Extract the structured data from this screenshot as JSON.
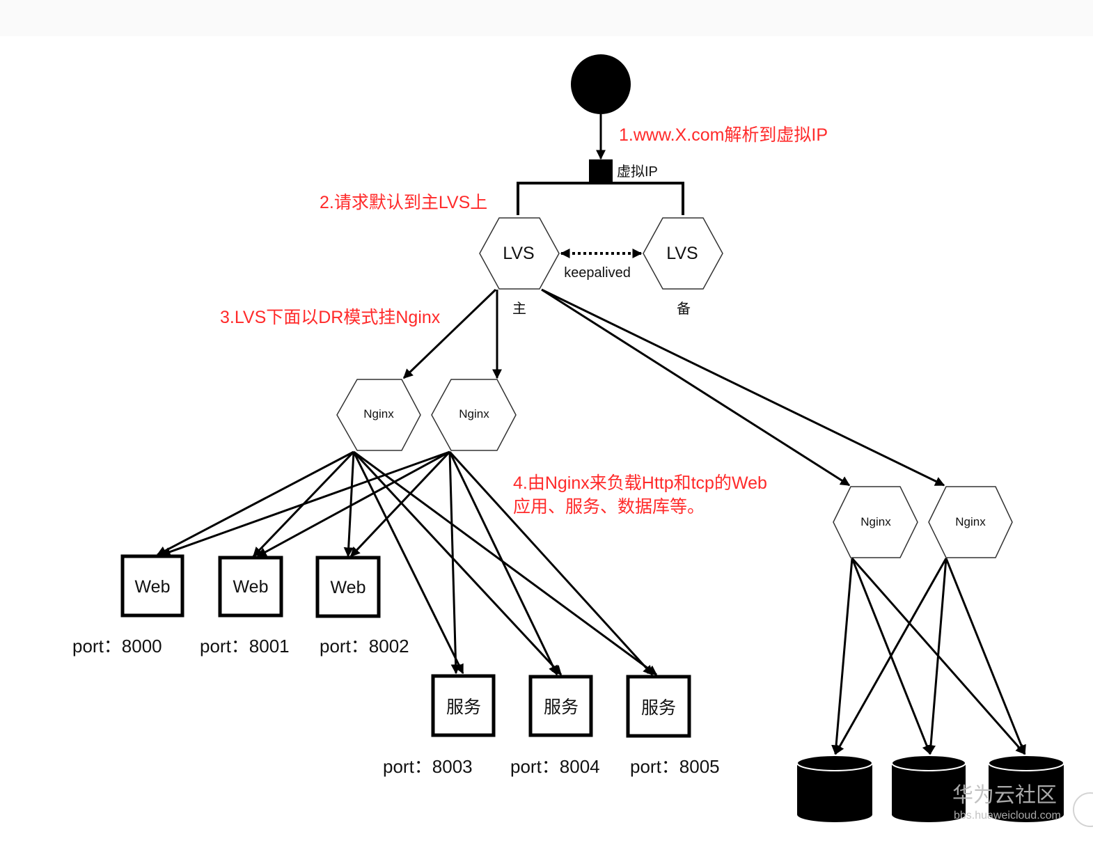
{
  "steps": {
    "step1": "1.www.X.com解析到虚拟IP",
    "step2": "2.请求默认到主LVS上",
    "step3": "3.LVS下面以DR模式挂Nginx",
    "step4_line1": "4.由Nginx来负载Http和tcp的Web",
    "step4_line2": "应用、服务、数据库等。"
  },
  "vip": {
    "label": "虚拟IP"
  },
  "lvs": {
    "primary": {
      "label": "LVS",
      "role": "主"
    },
    "backup": {
      "label": "LVS",
      "role": "备"
    },
    "link_label": "keepalived"
  },
  "nginx": {
    "n1": "Nginx",
    "n2": "Nginx",
    "n3": "Nginx",
    "n4": "Nginx"
  },
  "web": [
    {
      "label": "Web",
      "port": "port：8000"
    },
    {
      "label": "Web",
      "port": "port：8001"
    },
    {
      "label": "Web",
      "port": "port：8002"
    }
  ],
  "services": [
    {
      "label": "服务",
      "port": "port：8003"
    },
    {
      "label": "服务",
      "port": "port：8004"
    },
    {
      "label": "服务",
      "port": "port：8005"
    }
  ],
  "watermark": {
    "line1": "华为云社区",
    "line2": "bbs.huaweicloud.com"
  },
  "colors": {
    "annotation": "#ff2a2a",
    "stroke": "#000000",
    "hex_stroke": "#333333",
    "database_fill": "#000000"
  }
}
